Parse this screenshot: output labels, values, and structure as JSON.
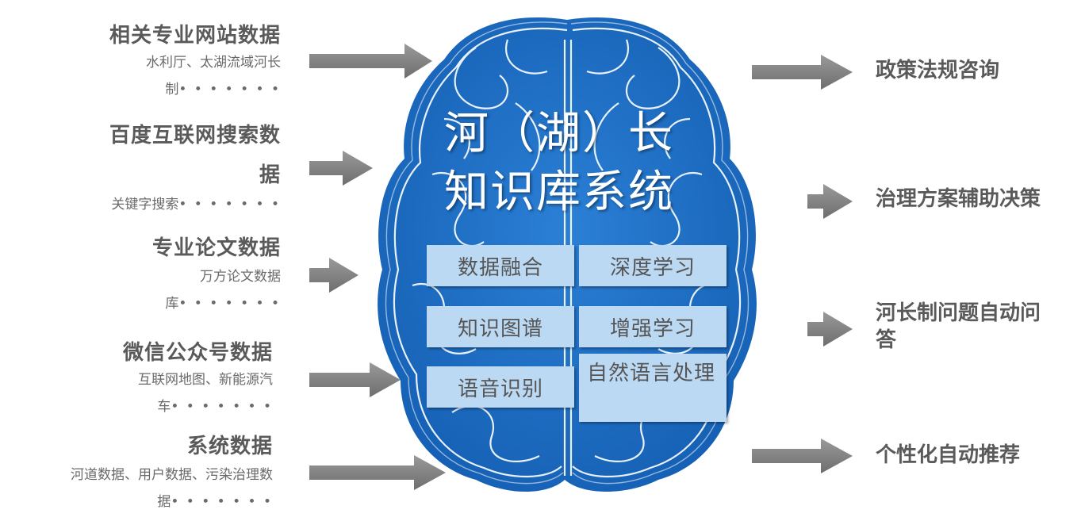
{
  "title": {
    "line1": "河（湖）长",
    "line2": "知识库系统"
  },
  "sources": [
    {
      "title": "相关专业网站数据",
      "sub1": "水利厅、太湖流域河长",
      "sub2": "制",
      "dots": "• • •   • • • •"
    },
    {
      "title": "百度互联网搜索数",
      "title2": "据",
      "sub1": "关键字搜索",
      "dots": "• • •   • • • •"
    },
    {
      "title": "专业论文数据",
      "sub1": "万方论文数据",
      "sub2": "库",
      "dots": "• • •   • • • •"
    },
    {
      "title": "微信公众号数据",
      "sub1": "互联网地图、新能源汽",
      "sub2": "车",
      "dots": "• • •   • • • •"
    },
    {
      "title": "系统数据",
      "sub1": "河道数据、用户数据、污染治理数",
      "sub2": "据",
      "dots": "• • •   • • • •"
    }
  ],
  "techniques": [
    "数据融合",
    "深度学习",
    "知识图谱",
    "增强学习",
    "语音识别",
    "自然语言处理"
  ],
  "outputs": {
    "o1": "政策法规咨询",
    "o2": "治理方案辅助决策",
    "o3_line1": "河长制问题自动问",
    "o3_line2": "答",
    "o4": "个性化自动推荐"
  },
  "colors": {
    "brain": "#1f6fc5",
    "brain_outline": "#ffffff",
    "tech_box": "#bcd9f3",
    "arrow": "#858585",
    "text": "#5a5a5a"
  }
}
